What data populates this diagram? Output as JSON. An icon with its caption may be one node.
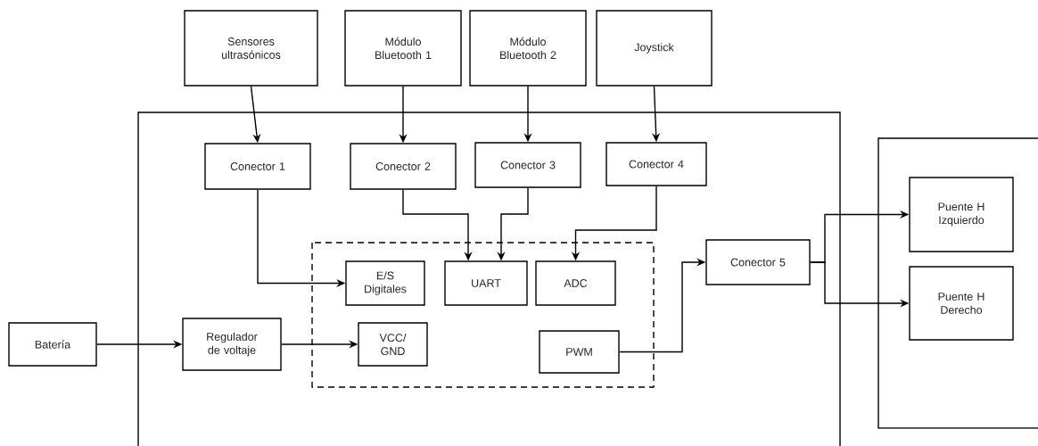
{
  "diagram": {
    "nodes": [
      {
        "text": [
          "Sensores ultrasónicos"
        ]
      },
      {
        "text": [
          "Módulo Bluetooth 1"
        ]
      },
      {
        "text": [
          "Módulo Bluetooth 2"
        ]
      },
      {
        "text": [
          "Joystick"
        ]
      },
      {
        "text": [],
        "shape": "box"
      },
      {
        "text": [
          "Conector 1"
        ],
        "in": 4
      },
      {
        "text": [
          "Conector 2"
        ],
        "in": 4
      },
      {
        "text": [
          "Conector 3"
        ],
        "in": 4
      },
      {
        "text": [
          "Conector 4"
        ],
        "in": 4
      },
      {
        "text": [],
        "shape": "box",
        "in": 4
      },
      {
        "text": [
          "E/S Digitales"
        ],
        "in": 9
      },
      {
        "text": [
          "UART"
        ],
        "in": 9
      },
      {
        "text": [
          "ADC"
        ],
        "in": 9
      },
      {
        "text": [
          "Regulador de voltaje"
        ],
        "in": 4
      },
      {
        "text": [
          "VCC/ GND"
        ],
        "in": 9
      },
      {
        "text": [
          "PWM"
        ],
        "in": 9
      },
      {
        "text": [
          "Conector 5"
        ],
        "in": 4
      },
      {
        "text": [],
        "shape": "box"
      },
      {
        "text": [
          "Puente H Izquierdo"
        ],
        "in": 17
      },
      {
        "text": [
          "Puente H Derecho"
        ],
        "in": 17
      },
      {
        "text": [
          "Batería"
        ]
      }
    ],
    "edges": [
      {
        "from": 0,
        "to": 5,
        "arrow": "to"
      },
      {
        "from": 1,
        "to": 6,
        "arrow": "to"
      },
      {
        "from": 2,
        "to": 7,
        "arrow": "to"
      },
      {
        "from": 3,
        "to": 8,
        "arrow": "to"
      },
      {
        "from": 5,
        "to": 10,
        "arrow": "to"
      },
      {
        "from": 6,
        "to": 11,
        "arrow": "to"
      },
      {
        "from": 7,
        "to": 11,
        "arrow": "to"
      },
      {
        "from": 8,
        "to": 12,
        "arrow": "to"
      },
      {
        "from": 20,
        "to": 13,
        "arrow": "to"
      },
      {
        "from": 13,
        "to": 14,
        "arrow": "to"
      },
      {
        "from": 15,
        "to": 16,
        "arrow": "to"
      },
      {
        "from": 16,
        "to": 18,
        "arrow": "to"
      },
      {
        "from": 16,
        "to": 19,
        "arrow": "to"
      }
    ]
  }
}
